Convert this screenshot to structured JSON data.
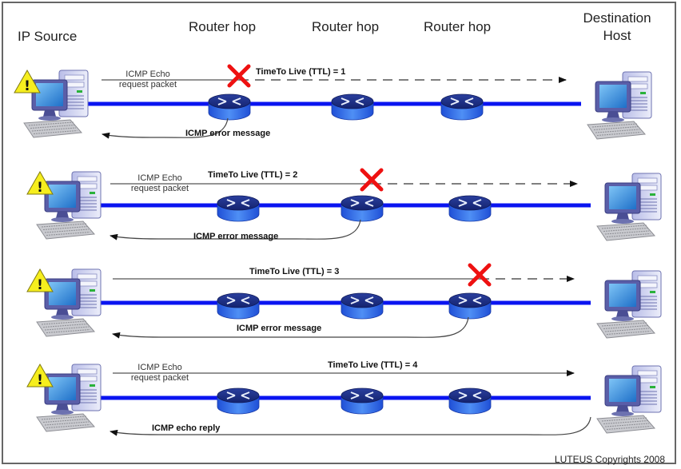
{
  "headers": {
    "source": "IP Source",
    "hops": [
      "Router hop",
      "Router hop",
      "Router hop"
    ],
    "destination_line1": "Destination",
    "destination_line2": "Host"
  },
  "rows": [
    {
      "echo_label_line1": "ICMP Echo",
      "echo_label_line2": "request packet",
      "ttl_label": "TimeTo Live (TTL) = 1",
      "drop_at_hop": 1,
      "reply_label": "ICMP error message",
      "reply_from": "hop"
    },
    {
      "echo_label_line1": "ICMP Echo",
      "echo_label_line2": "request packet",
      "ttl_label": "TimeTo Live (TTL) = 2",
      "drop_at_hop": 2,
      "reply_label": "ICMP error message",
      "reply_from": "hop"
    },
    {
      "echo_label_line1": "",
      "echo_label_line2": "",
      "ttl_label": "TimeTo Live (TTL) = 3",
      "drop_at_hop": 3,
      "reply_label": "ICMP error message",
      "reply_from": "hop"
    },
    {
      "echo_label_line1": "ICMP Echo",
      "echo_label_line2": "request packet",
      "ttl_label": "TimeTo Live (TTL) = 4",
      "drop_at_hop": null,
      "reply_label": "ICMP echo reply",
      "reply_from": "destination"
    }
  ],
  "icons": {
    "source": "computer-with-warning-icon",
    "router": "router-icon",
    "destination": "computer-icon",
    "drop": "red-x-icon"
  },
  "colors": {
    "link": "#0a14f0",
    "router_top": "#1a2a8a",
    "router_body": "#2a6ee8",
    "drop_x": "#ee1111",
    "arrow": "#333333",
    "warning": "#f6ee1e"
  },
  "copyright": "LUTEUS Copyrights 2008"
}
